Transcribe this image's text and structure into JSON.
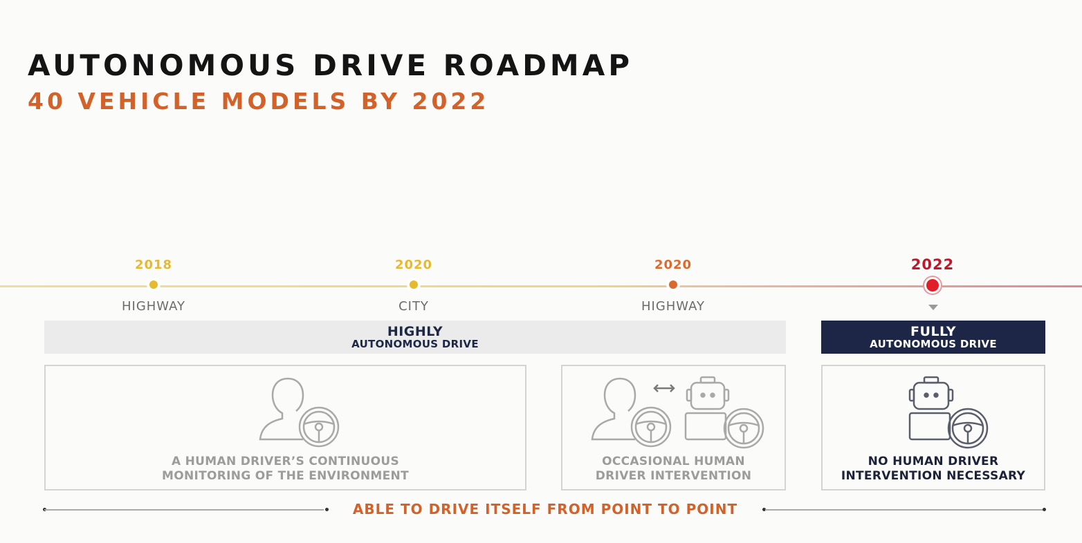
{
  "header": {
    "title": "AUTONOMOUS DRIVE ROADMAP",
    "subtitle": "40 VEHICLE MODELS BY 2022"
  },
  "milestones": [
    {
      "year": "2018",
      "label": "HIGHWAY",
      "color": "#e7b92e"
    },
    {
      "year": "2020",
      "label": "CITY",
      "color": "#e7b92e"
    },
    {
      "year": "2020",
      "label": "HIGHWAY",
      "color": "#dc6a2c"
    },
    {
      "year": "2022",
      "label": "",
      "color": "#c0172a"
    }
  ],
  "bands": {
    "highly": {
      "line1": "HIGHLY",
      "line2": "AUTONOMOUS DRIVE"
    },
    "fully": {
      "line1": "FULLY",
      "line2": "AUTONOMOUS DRIVE"
    }
  },
  "boxes": [
    {
      "line1": "A HUMAN DRIVER’S CONTINUOUS",
      "line2": "MONITORING OF THE ENVIRONMENT",
      "icon": "human-driver-wheel-icon"
    },
    {
      "line1": "OCCASIONAL HUMAN",
      "line2": "DRIVER INTERVENTION",
      "icon": "human-robot-handover-icon"
    },
    {
      "line1": "NO HUMAN DRIVER",
      "line2": "INTERVENTION NECESSARY",
      "icon": "robot-driver-wheel-icon"
    }
  ],
  "footer": {
    "text": "ABLE TO DRIVE ITSELF FROM POINT TO POINT"
  },
  "colors": {
    "accent_orange": "#d2622a",
    "navy": "#1d2647",
    "final_red": "#e01f2a"
  }
}
